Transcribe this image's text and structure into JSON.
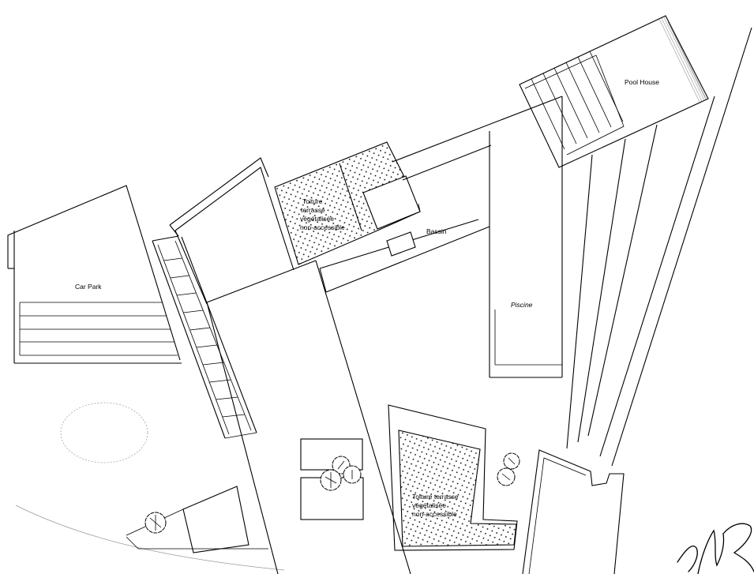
{
  "colors": {
    "line": "#000000",
    "background": "#ffffff"
  },
  "labels": {
    "pool_house": "Pool House",
    "bassin": "Bassin",
    "car_park": "Car Park",
    "piscine": "Piscine",
    "roof_top": [
      "Toiture",
      "terrasse",
      "végétalisée",
      "non-accessible"
    ],
    "roof_bottom": [
      "Toiture terrasse",
      "végétalisée",
      "non-accessible"
    ]
  }
}
